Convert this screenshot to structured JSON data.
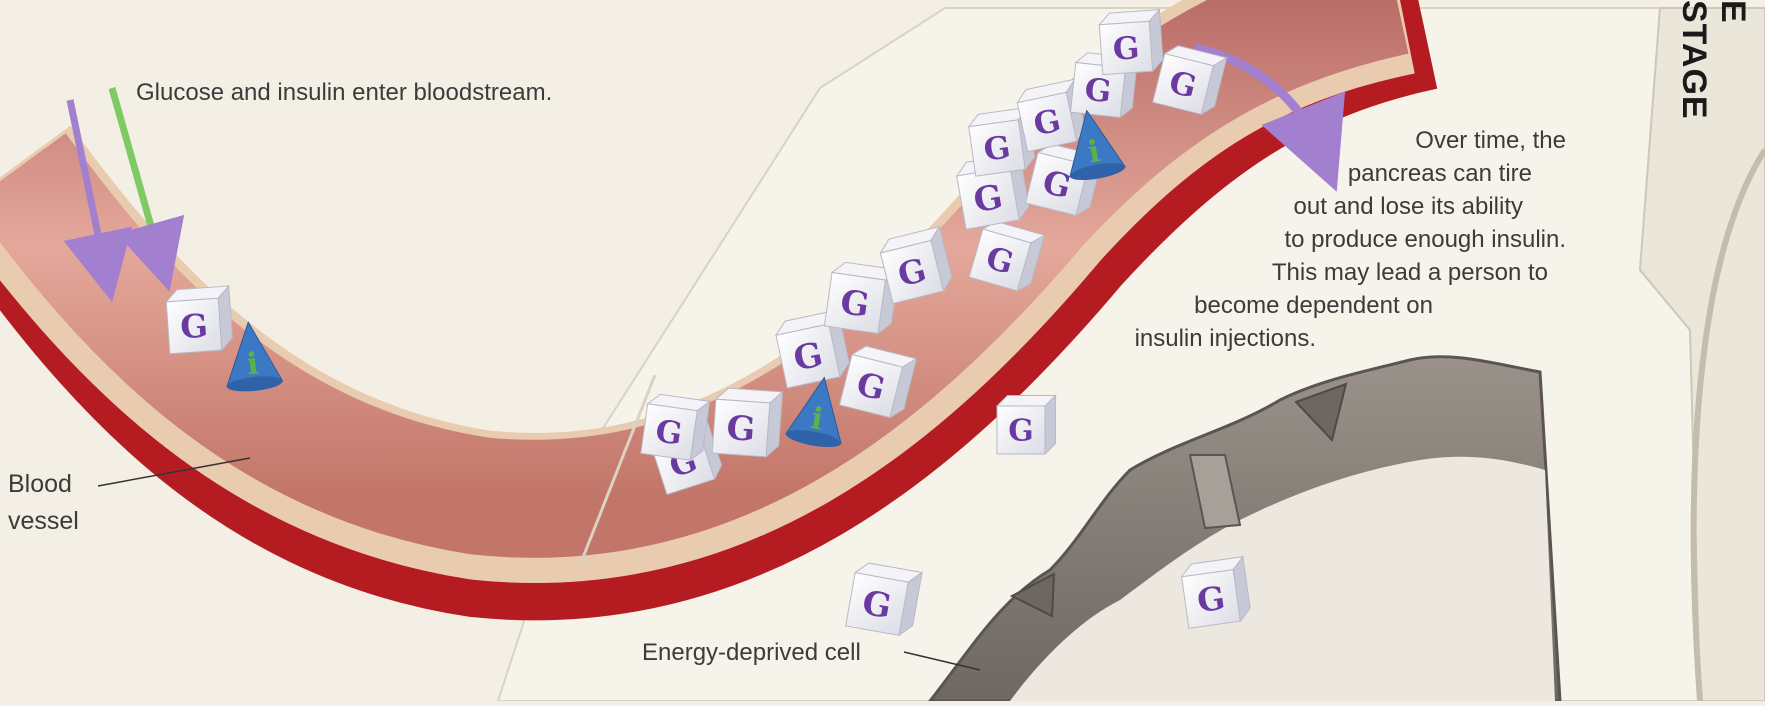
{
  "labels": {
    "glucose_insulin": "Glucose and insulin enter bloodstream.",
    "blood_vessel": [
      "Blood",
      "vessel"
    ],
    "energy_cell": "Energy-deprived cell",
    "pancreas_note": [
      "Over time, the",
      "pancreas can tire",
      "out and lose its ability",
      "to produce enough insulin.",
      "This may lead a person to",
      "become dependent on",
      "insulin injections."
    ],
    "stage_heading": "E STAGE"
  },
  "symbols": {
    "glucose": "G",
    "insulin": "i"
  },
  "colors": {
    "background": "#f3efe4",
    "vessel_outer": "#b51c22",
    "vessel_wall": "#e8c9ad",
    "vessel_lumen": "#c97a72",
    "cell": "#8e8780",
    "glucose_letter": "#6b3aa0",
    "insulin_cone": "#3c79c4",
    "insulin_letter": "#5ab347",
    "arrow_purple": "#a37fd0",
    "arrow_green": "#7ecb63"
  },
  "icons": [
    "glucose-cube-icon",
    "insulin-cone-icon",
    "arrow-icon"
  ]
}
